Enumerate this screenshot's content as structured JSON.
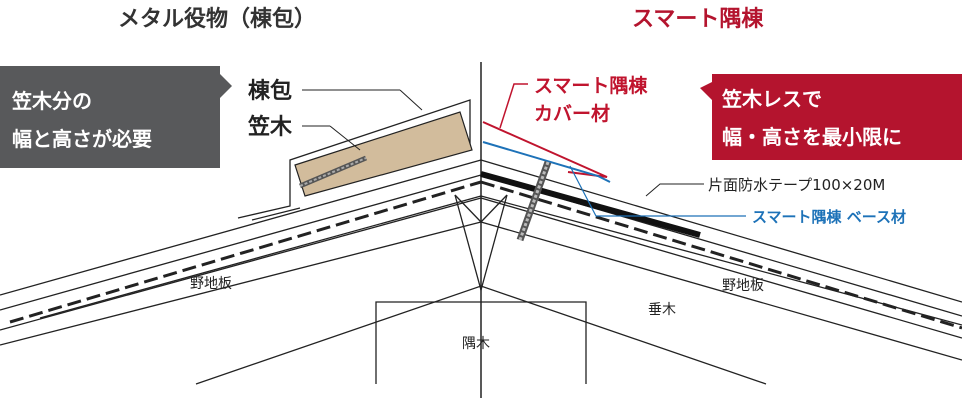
{
  "headings": {
    "left": "メタル役物（棟包）",
    "right": "スマート隅棟"
  },
  "left_labels": {
    "ridge_cover": "棟包",
    "kasagi": "笠木"
  },
  "left_callout": {
    "line1": "笠木分の",
    "line2": "幅と高さが必要"
  },
  "right_labels": {
    "cover_line1": "スマート隅棟",
    "cover_line2": "カバー材",
    "tape": "片面防水テープ100×20M",
    "base": "スマート隅棟 ベース材"
  },
  "right_callout": {
    "line1": "笠木レスで",
    "line2": "幅・高さを最小限に"
  },
  "parts": {
    "yajiita_left": "野地板",
    "yajiita_right": "野地板",
    "taruki": "垂木",
    "sumigi": "隅木"
  },
  "colors": {
    "dark_box": "#58595b",
    "red_box": "#b4142e",
    "red_line": "#c0142e",
    "blue_line": "#1d72b8",
    "wood": "#d2bc9c"
  }
}
